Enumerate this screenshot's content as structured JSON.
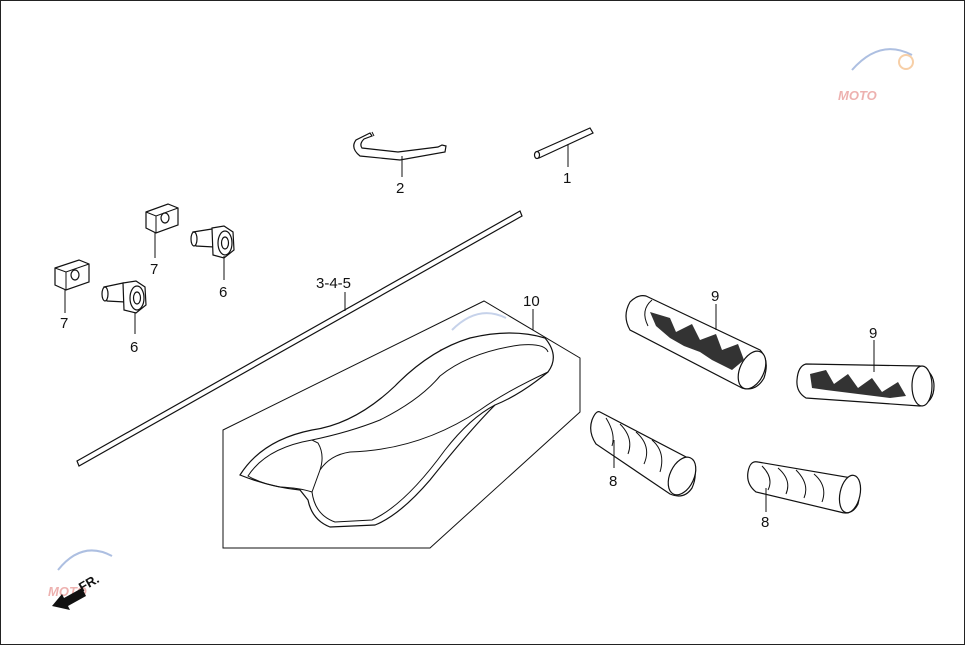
{
  "diagram": {
    "callouts": {
      "c1": "1",
      "c2": "2",
      "c345": "3-4-5",
      "c6a": "6",
      "c6b": "6",
      "c7a": "7",
      "c7b": "7",
      "c8a": "8",
      "c8b": "8",
      "c9a": "9",
      "c9b": "9",
      "c10": "10"
    },
    "front_arrow_label": "FR.",
    "watermark": "MOTO",
    "colors": {
      "line": "#111111",
      "grip_dark": "#333333",
      "watermark_red": "#d9534f",
      "watermark_blue": "#5b7fc4"
    }
  }
}
